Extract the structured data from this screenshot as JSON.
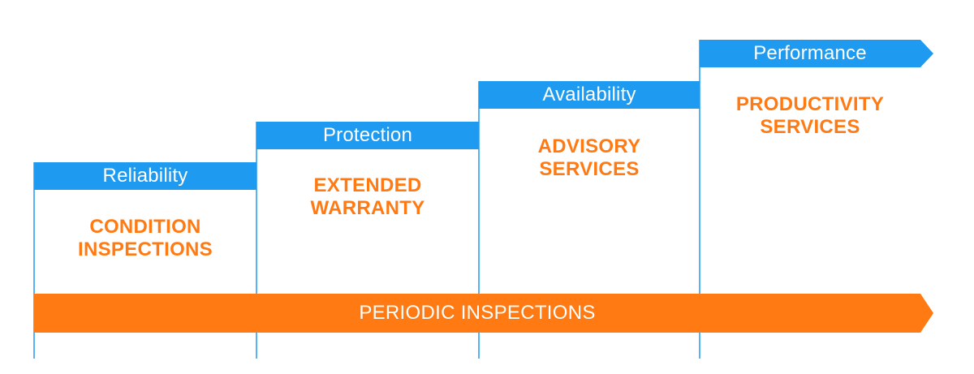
{
  "colors": {
    "blue": "#1e9af0",
    "orange": "#ff7a12",
    "line": "#1e9af0"
  },
  "steps": [
    {
      "header": "Reliability",
      "service": "CONDITION\nINSPECTIONS"
    },
    {
      "header": "Protection",
      "service": "EXTENDED\nWARRANTY"
    },
    {
      "header": "Availability",
      "service": "ADVISORY\nSERVICES"
    },
    {
      "header": "Performance",
      "service": "PRODUCTIVITY\nSERVICES"
    }
  ],
  "base": {
    "label": "PERIODIC INSPECTIONS"
  }
}
